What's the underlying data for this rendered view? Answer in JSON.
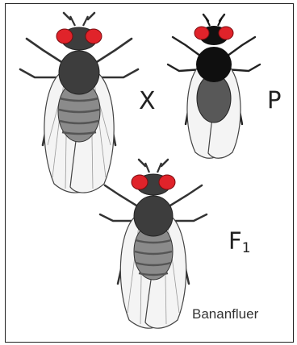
{
  "labels": {
    "cross": "X",
    "parental": "P",
    "filial_base": "F",
    "filial_sub": "1",
    "caption": "Bananfluer"
  },
  "flies": [
    {
      "id": "parent-female",
      "name": "wild-type-female-fly",
      "body": "#3d3d3d",
      "abdomen": "grey-striped",
      "eye": "#e0232a"
    },
    {
      "id": "parent-male",
      "name": "black-body-fly",
      "body": "#0f0f0f",
      "abdomen": "dark-grey",
      "eye": "#e0232a"
    },
    {
      "id": "offspring",
      "name": "f1-offspring-fly",
      "body": "#3d3d3d",
      "abdomen": "grey-striped",
      "eye": "#e0232a"
    }
  ],
  "colors": {
    "eye": "#e0232a",
    "wing": "#f4f4f4",
    "legs": "#333333"
  }
}
